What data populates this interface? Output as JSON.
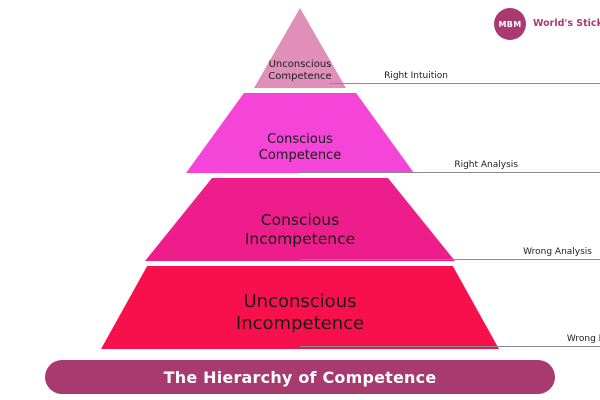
{
  "logo": {
    "badge_text": "MBM",
    "tagline_line1": "World's",
    "tagline_line2": "Stickiest Learn",
    "brand_color": "#A83A70"
  },
  "chart_data": {
    "type": "pyramid",
    "title": "The Hierarchy of Competence",
    "orientation": "apex-top",
    "levels": [
      {
        "rank": 1,
        "position": "top",
        "label_line1": "Unconscious",
        "label_line2": "Competence",
        "callout": "Right Intuition",
        "color": "#E090B8"
      },
      {
        "rank": 2,
        "position": "upper-middle",
        "label_line1": "Conscious",
        "label_line2": "Competence",
        "callout": "Right Analysis",
        "color": "#F545D8"
      },
      {
        "rank": 3,
        "position": "lower-middle",
        "label_line1": "Conscious",
        "label_line2": "Incompetence",
        "callout": "Wrong Analysis",
        "color": "#ED1E8C"
      },
      {
        "rank": 4,
        "position": "base",
        "label_line1": "Unconscious",
        "label_line2": "Incompetence",
        "callout": "Wrong Intuition",
        "color": "#F7104C"
      }
    ]
  },
  "banner": {
    "title": "The Hierarchy of Competence",
    "background": "#A83A70",
    "text_color": "#FFFFFF"
  }
}
